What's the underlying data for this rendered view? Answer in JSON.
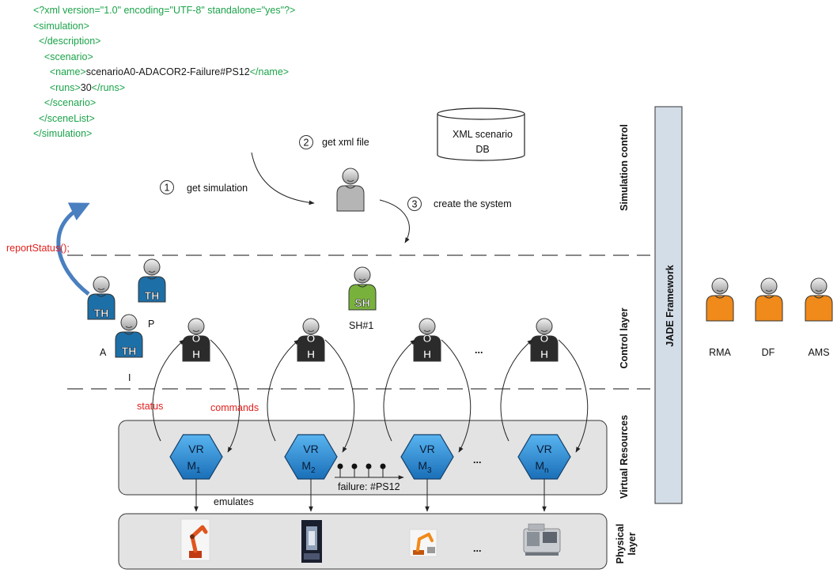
{
  "xml_snippet": {
    "lines": [
      {
        "parts": [
          {
            "t": "<?xml version=\"1.0\" encoding=\"UTF-8\" standalone=\"yes\"?>",
            "tag": true
          }
        ]
      },
      {
        "parts": [
          {
            "t": "<simulation>",
            "tag": true
          }
        ]
      },
      {
        "parts": [
          {
            "t": "  </description>",
            "tag": true
          }
        ]
      },
      {
        "parts": [
          {
            "t": "    <scenario>",
            "tag": true
          }
        ]
      },
      {
        "parts": [
          {
            "t": "      <name>",
            "tag": true
          },
          {
            "t": "scenarioA0-ADACOR2-Failure#PS12",
            "tag": false
          },
          {
            "t": "</name>",
            "tag": true
          }
        ]
      },
      {
        "parts": [
          {
            "t": "      <runs>",
            "tag": true
          },
          {
            "t": "30",
            "tag": false
          },
          {
            "t": "</runs>",
            "tag": true
          }
        ]
      },
      {
        "parts": [
          {
            "t": "    </scenario>",
            "tag": true
          }
        ]
      },
      {
        "parts": [
          {
            "t": "  </sceneList>",
            "tag": true
          }
        ]
      },
      {
        "parts": [
          {
            "t": "</simulation>",
            "tag": true
          }
        ]
      }
    ]
  },
  "database": {
    "label_line1": "XML scenario",
    "label_line2": "DB"
  },
  "steps": [
    {
      "num": "1",
      "label": "get simulation"
    },
    {
      "num": "2",
      "label": "get xml file"
    },
    {
      "num": "3",
      "label": "create the system"
    }
  ],
  "report_status": "reportStatus();",
  "agents": {
    "th_glyph": "TH",
    "oh_glyph_top": "O",
    "oh_glyph_bottom": "H",
    "sh_glyph": "SH",
    "th_labels": [
      "A",
      "P",
      "I"
    ],
    "sh_label": "SH#1",
    "jade_agents": [
      "RMA",
      "DF",
      "AMS"
    ],
    "ellipsis": "..."
  },
  "arrows": {
    "status": "status",
    "commands": "commands",
    "emulates": "emulates",
    "failure": "failure: #PS12"
  },
  "resources": [
    {
      "line1": "VR",
      "base": "M",
      "sub": "1"
    },
    {
      "line1": "VR",
      "base": "M",
      "sub": "2"
    },
    {
      "line1": "VR",
      "base": "M",
      "sub": "3"
    },
    {
      "line1": "VR",
      "base": "M",
      "sub": "n"
    }
  ],
  "layers": {
    "simulation_control": "Simulation control",
    "control_layer": "Control layer",
    "virtual_resources": "Virtual Resources",
    "physical_line1": "Physical",
    "physical_line2": "layer"
  },
  "framework": "JADE Framework",
  "colors": {
    "xml_tag": "#1ba34a",
    "red_text": "#e0201c",
    "th_blue": "#1d6fa8",
    "sh_green": "#78b23c",
    "jade_orange": "#f08a1a",
    "oh_dark": "#2b2b2b",
    "hex_blue": "#2a88d0",
    "panel_gray": "#e3e3e3",
    "jade_bar": "#d3dde8",
    "curved_arrow": "#4a7fc0"
  }
}
